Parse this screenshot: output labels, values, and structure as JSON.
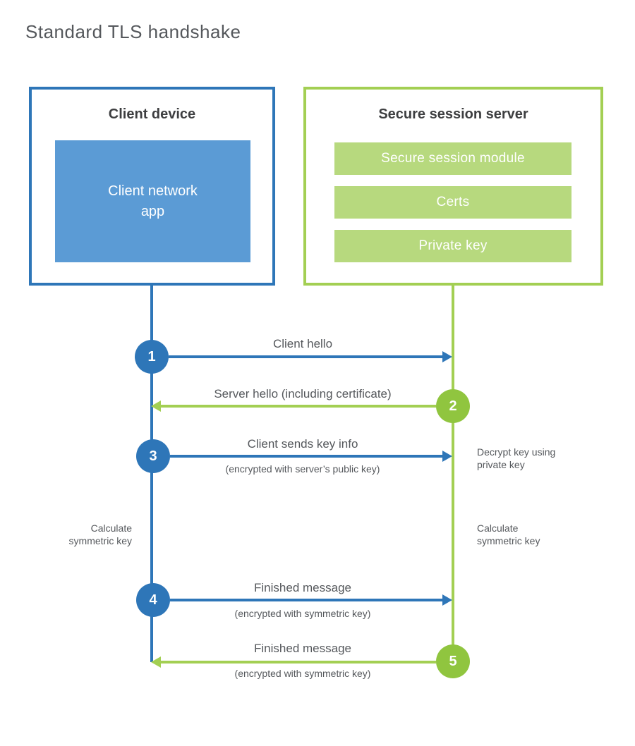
{
  "title": "Standard TLS handshake",
  "colors": {
    "blue": "#2e76b8",
    "blue_light": "#5b9bd5",
    "green_line": "#a3cf53",
    "green_circle": "#90c53f",
    "green_bar": "#b7d97e",
    "text_gray": "#55585c",
    "text_dark": "#3d3e40"
  },
  "client": {
    "title": "Client device",
    "app_label": "Client network\napp"
  },
  "server": {
    "title": "Secure session server",
    "modules": [
      "Secure session module",
      "Certs",
      "Private key"
    ]
  },
  "steps": [
    {
      "num": "1",
      "label": "Client hello",
      "sub": "",
      "direction": "client-to-server"
    },
    {
      "num": "2",
      "label": "Server hello (including certificate)",
      "sub": "",
      "direction": "server-to-client"
    },
    {
      "num": "3",
      "label": "Client sends key info",
      "sub": "(encrypted with server’s public key)",
      "direction": "client-to-server"
    },
    {
      "num": "4",
      "label": "Finished message",
      "sub": "(encrypted with symmetric key)",
      "direction": "client-to-server"
    },
    {
      "num": "5",
      "label": "Finished message",
      "sub": "(encrypted with symmetric key)",
      "direction": "server-to-client"
    }
  ],
  "notes": {
    "decrypt": "Decrypt key using\nprivate key",
    "calc_left": "Calculate\nsymmetric key",
    "calc_right": "Calculate\nsymmetric key"
  }
}
